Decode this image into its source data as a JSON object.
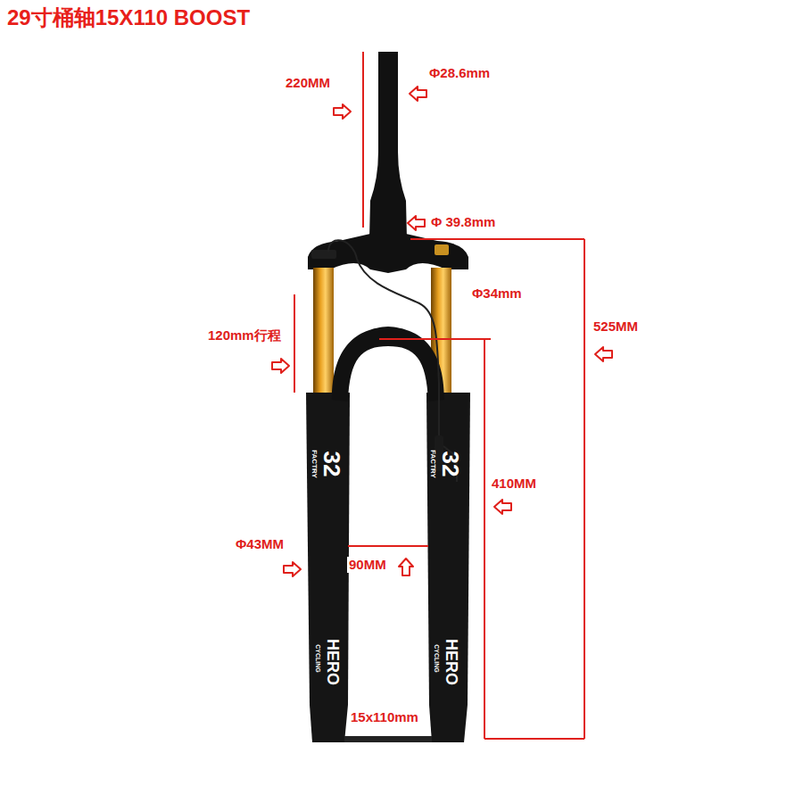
{
  "diagram": {
    "title": "29寸桶轴15X110 BOOST",
    "labels": [
      "220MM",
      "Φ28.6mm",
      "Φ 39.8mm",
      "Φ34mm",
      "120mm行程",
      "525MM",
      "410MM",
      "Φ43MM",
      "90MM",
      "15x110mm",
      "32",
      "FACTRY",
      "32",
      "FACTRY",
      "CYCLING",
      "HERO",
      "CYCLING",
      "HERO"
    ]
  }
}
